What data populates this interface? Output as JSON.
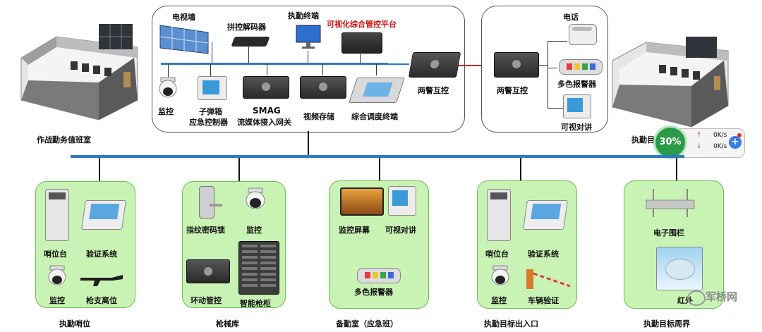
{
  "top_left_room": {
    "caption": "作战勤务值班室"
  },
  "top_right_room": {
    "caption": "执勤目"
  },
  "main_panel": {
    "tv_wall": "电视墙",
    "decoder": "拼控解码器",
    "terminal": "执勤终端",
    "platform": "可视化综合管控平台",
    "monitor": "监控",
    "intercom_line1": "子弹箱",
    "intercom_line2": "应急控制器",
    "smag_line1": "SMAG",
    "smag_line2": "流媒体接入网关",
    "storage": "视频存储",
    "dispatch": "综合调度终端",
    "two_police": "两警互控"
  },
  "right_panel": {
    "phone": "电话",
    "two_police": "两警互控",
    "alarm": "多色报警器",
    "video_intercom": "可视对讲"
  },
  "speed_widget": {
    "percent": "30%",
    "up": "0K/s",
    "down": "0K/s"
  },
  "boxes": {
    "sentry": {
      "title": "执勤哨位",
      "items": [
        "哨位台",
        "验证系统",
        "监控",
        "枪支离位"
      ]
    },
    "armory": {
      "title": "枪械库",
      "items": [
        "指纹密码锁",
        "监控",
        "环动管控",
        "智能枪柜"
      ]
    },
    "standby": {
      "title": "备勤室（应急班）",
      "items": [
        "监控屏幕",
        "可视对讲",
        "多色报警器"
      ]
    },
    "gate": {
      "title": "执勤目标出入口",
      "items": [
        "哨位台",
        "验证系统",
        "监控",
        "车辆验证"
      ]
    },
    "perimeter": {
      "title": "执勤目标周界",
      "items": [
        "电子围栏",
        "红外"
      ]
    }
  },
  "watermark": "军桥网"
}
